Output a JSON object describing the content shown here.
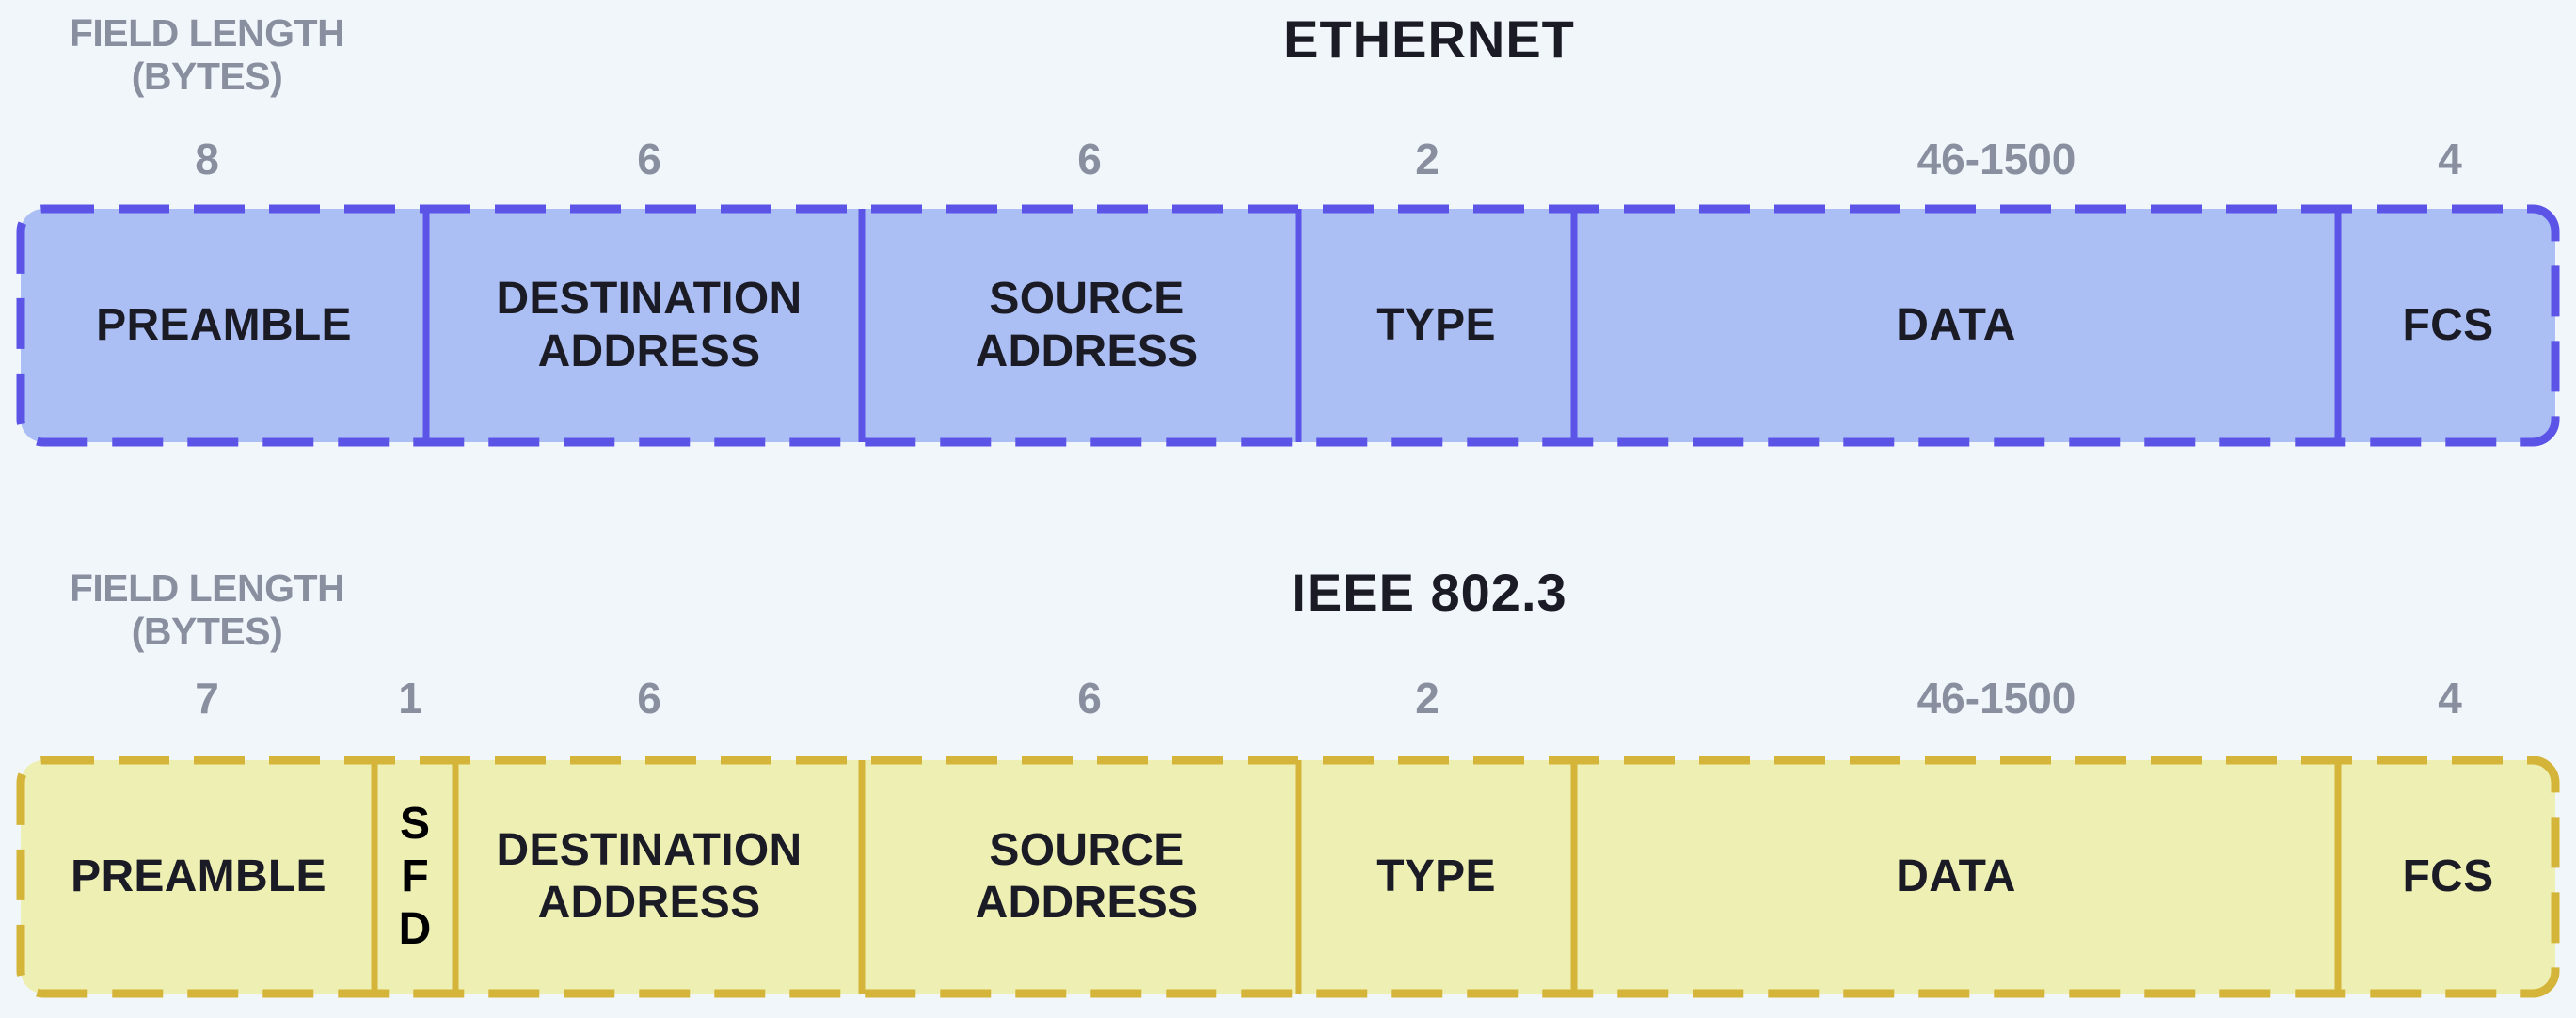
{
  "colors": {
    "background": "#f1f6fb",
    "ethernet_fill": "#abbff5",
    "ethernet_border": "#5b54e6",
    "ieee_fill": "#eef0b3",
    "ieee_border": "#d4b53a",
    "label_text": "#1b1b26",
    "length_text": "#8a8fa0"
  },
  "ethernet": {
    "title": "ETHERNET",
    "field_length_label": "FIELD LENGTH (BYTES)",
    "fields": [
      {
        "label": "PREAMBLE",
        "bytes": "8"
      },
      {
        "label": "DESTINATION ADDRESS",
        "bytes": "6"
      },
      {
        "label": "SOURCE ADDRESS",
        "bytes": "6"
      },
      {
        "label": "TYPE",
        "bytes": "2"
      },
      {
        "label": "DATA",
        "bytes": "46-1500"
      },
      {
        "label": "FCS",
        "bytes": "4"
      }
    ]
  },
  "ieee": {
    "title": "IEEE 802.3",
    "field_length_label": "FIELD LENGTH (BYTES)",
    "fields": [
      {
        "label": "PREAMBLE",
        "bytes": "7"
      },
      {
        "label": "SFD",
        "letters": [
          "S",
          "F",
          "D"
        ],
        "bytes": "1"
      },
      {
        "label": "DESTINATION ADDRESS",
        "bytes": "6"
      },
      {
        "label": "SOURCE ADDRESS",
        "bytes": "6"
      },
      {
        "label": "TYPE",
        "bytes": "2"
      },
      {
        "label": "DATA",
        "bytes": "46-1500"
      },
      {
        "label": "FCS",
        "bytes": "4"
      }
    ]
  }
}
